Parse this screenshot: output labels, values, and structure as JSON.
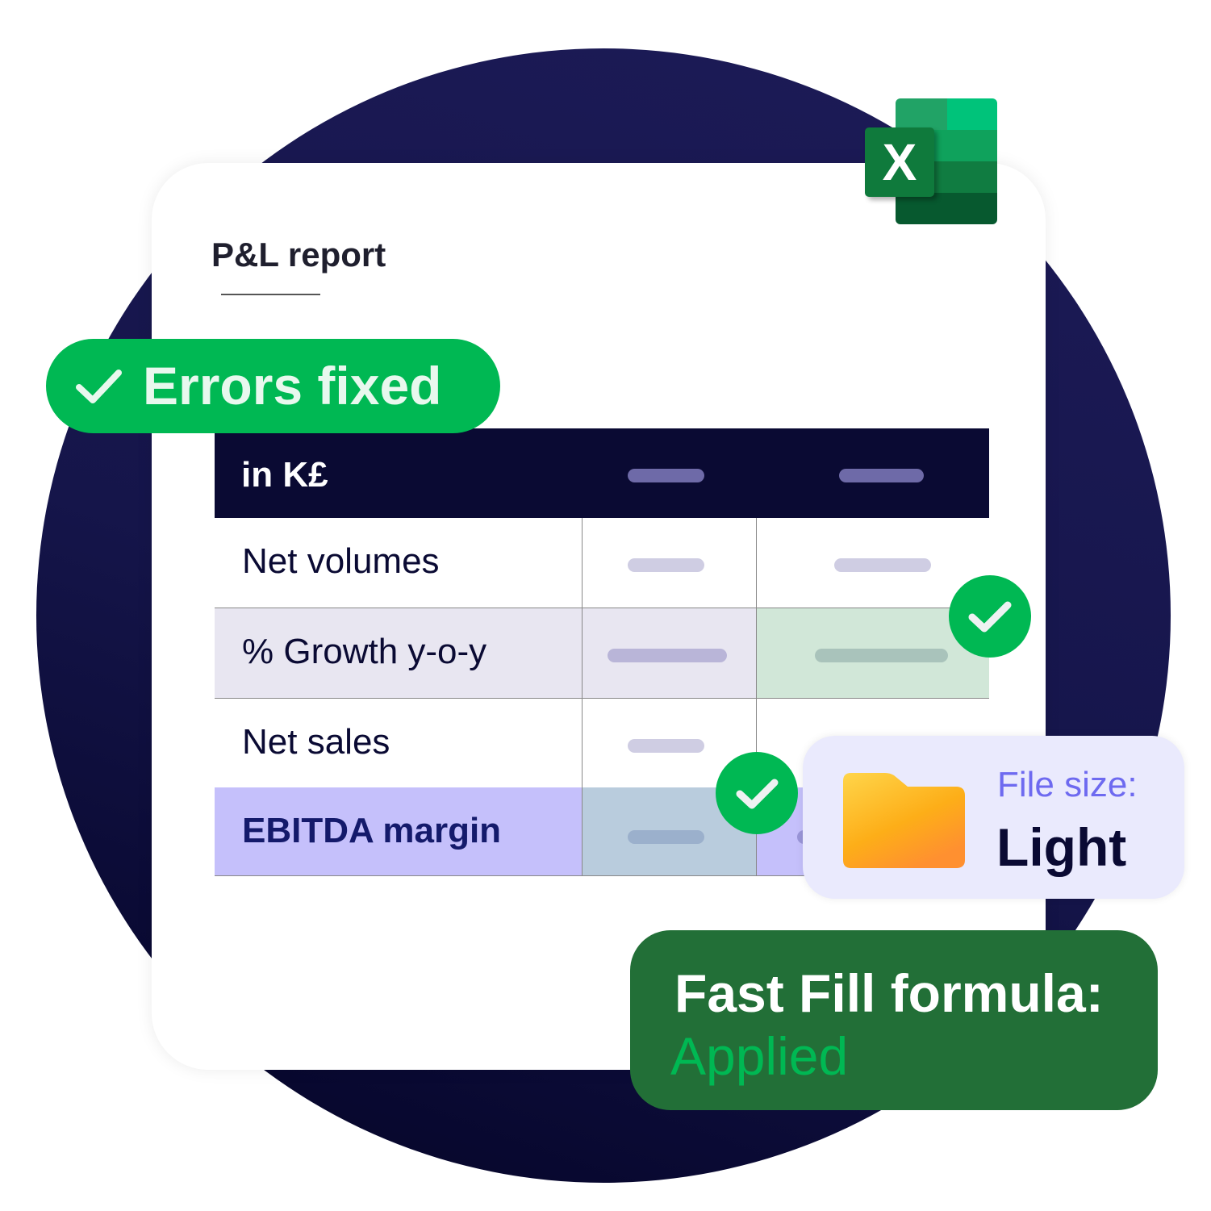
{
  "report": {
    "title": "P&L report"
  },
  "badge": {
    "label": "Errors fixed",
    "icon": "check-icon"
  },
  "table": {
    "header": "in K£",
    "rows": [
      {
        "label": "Net volumes"
      },
      {
        "label": "% Growth y-o-y"
      },
      {
        "label": "Net sales"
      },
      {
        "label": "EBITDA margin"
      }
    ]
  },
  "file_size": {
    "label": "File size:",
    "value": "Light",
    "icon": "folder-icon"
  },
  "fast_fill": {
    "label": "Fast Fill formula:",
    "status": "Applied"
  },
  "app_icon": {
    "name": "excel-icon",
    "letter": "X"
  },
  "colors": {
    "green": "#00b853",
    "navy": "#0a0a33",
    "dark_green": "#226f37",
    "accent": "#6e6af0"
  }
}
